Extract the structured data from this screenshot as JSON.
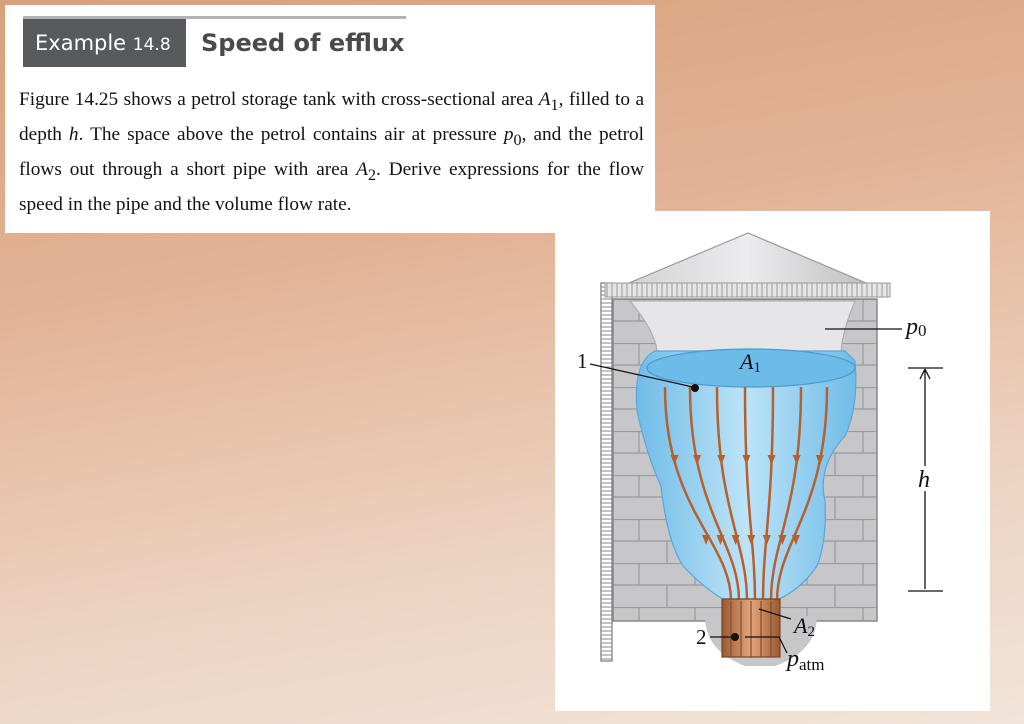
{
  "example": {
    "label": "Example",
    "number": "14.8",
    "title": "Speed of efflux"
  },
  "problem": {
    "p1": "Figure 14.25 shows a petrol storage tank with cross-sectional area",
    "a1_var": "A",
    "a1_sub": "1",
    "p2": ", filled to a depth ",
    "h_var": "h",
    "p3": ". The space above the petrol contains air at pressure ",
    "p0_var": "p",
    "p0_sub": "0",
    "p4": ", and the petrol flows out through a short pipe with area ",
    "a2_var": "A",
    "a2_sub": "2",
    "p5": ". Derive expressions for the flow speed in the pipe and the volume flow rate."
  },
  "figure": {
    "label_point1": "1",
    "label_point2": "2",
    "label_A1_var": "A",
    "label_A1_sub": "1",
    "label_A2_var": "A",
    "label_A2_sub": "2",
    "label_p0_var": "p",
    "label_p0_sub": "0",
    "label_h": "h",
    "label_patm_var": "p",
    "label_patm_sub": "atm"
  },
  "colors": {
    "background_top": "#d9a07c",
    "background_bottom": "#f2e4d9",
    "header_tag": "#58595b",
    "petrol": "#8fcdf0",
    "streamline": "#b5612f",
    "tank_wall": "#c9c9cb"
  }
}
